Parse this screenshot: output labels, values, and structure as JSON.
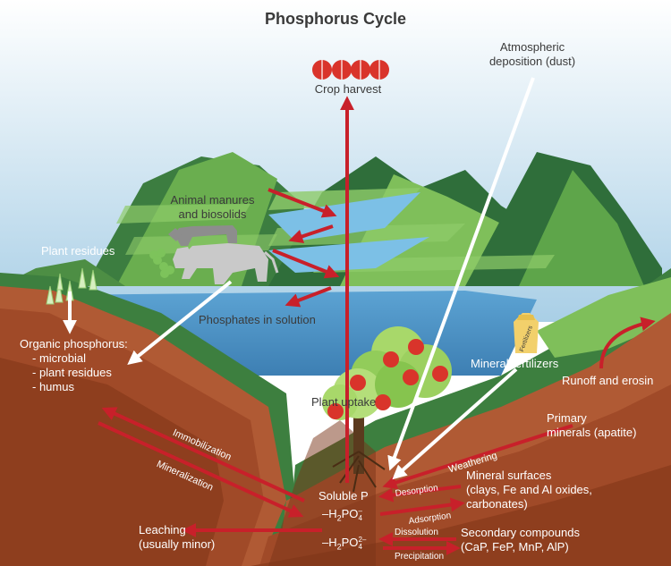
{
  "title": "Phosphorus Cycle",
  "labels": {
    "atmospheric": [
      "Atmospheric",
      "deposition (dust)"
    ],
    "crop_harvest": "Crop harvest",
    "animal_manures": [
      "Animal manures",
      "and biosolids"
    ],
    "plant_residues": "Plant residues",
    "phosphates_solution": "Phosphates in solution",
    "organic_title": "Organic phosphorus:",
    "organic_items": [
      "- microbial",
      "- plant residues",
      "- humus"
    ],
    "mineral_fertilizers": "Mineral fertilizers",
    "fertilizer_bag": "Fertilizers",
    "runoff": "Runoff and erosin",
    "plant_uptake": "Plant uptake",
    "primary_minerals": [
      "Primary",
      "minerals (apatite)"
    ],
    "weathering": "Weathering",
    "immobilization": "Immobilization",
    "mineralization": "Mineralization",
    "mineral_surfaces": [
      "Mineral surfaces",
      "(clays, Fe and Al oxides,",
      "carbonates)"
    ],
    "soluble_p": "Soluble P",
    "h2po4_1": {
      "pre": "–H",
      "s1": "2",
      "mid": "PO",
      "sup": "–",
      "sub": "4"
    },
    "h2po4_2": {
      "pre": "–H",
      "s1": "2",
      "mid": "PO",
      "sup": "2–",
      "sub": "4"
    },
    "desorption": "Desorption",
    "adsorption": "Adsorption",
    "dissolution": "Dissolution",
    "precipitation": "Precipitation",
    "leaching": [
      "Leaching",
      "(usually minor)"
    ],
    "secondary": [
      "Secondary compounds",
      "(CaP, FeP, MnP, AlP)"
    ]
  },
  "colors": {
    "sky_top": "#ffffff",
    "sky_bottom": "#a9cfe6",
    "mountain_dark": "#2f6e3a",
    "mountain_light": "#7fbf5a",
    "lake": "#4f94c7",
    "soil": "#a8502e",
    "soil_dark": "#7a3418",
    "arrow_red": "#c8202a",
    "arrow_white": "#ffffff",
    "apple": "#d9342b",
    "bag": "#f2d06b"
  },
  "icons": [
    "apple-icon",
    "cow-icon",
    "clover-icon",
    "tree-icon",
    "fertilizer-bag-icon",
    "plant-seedling-icon"
  ]
}
